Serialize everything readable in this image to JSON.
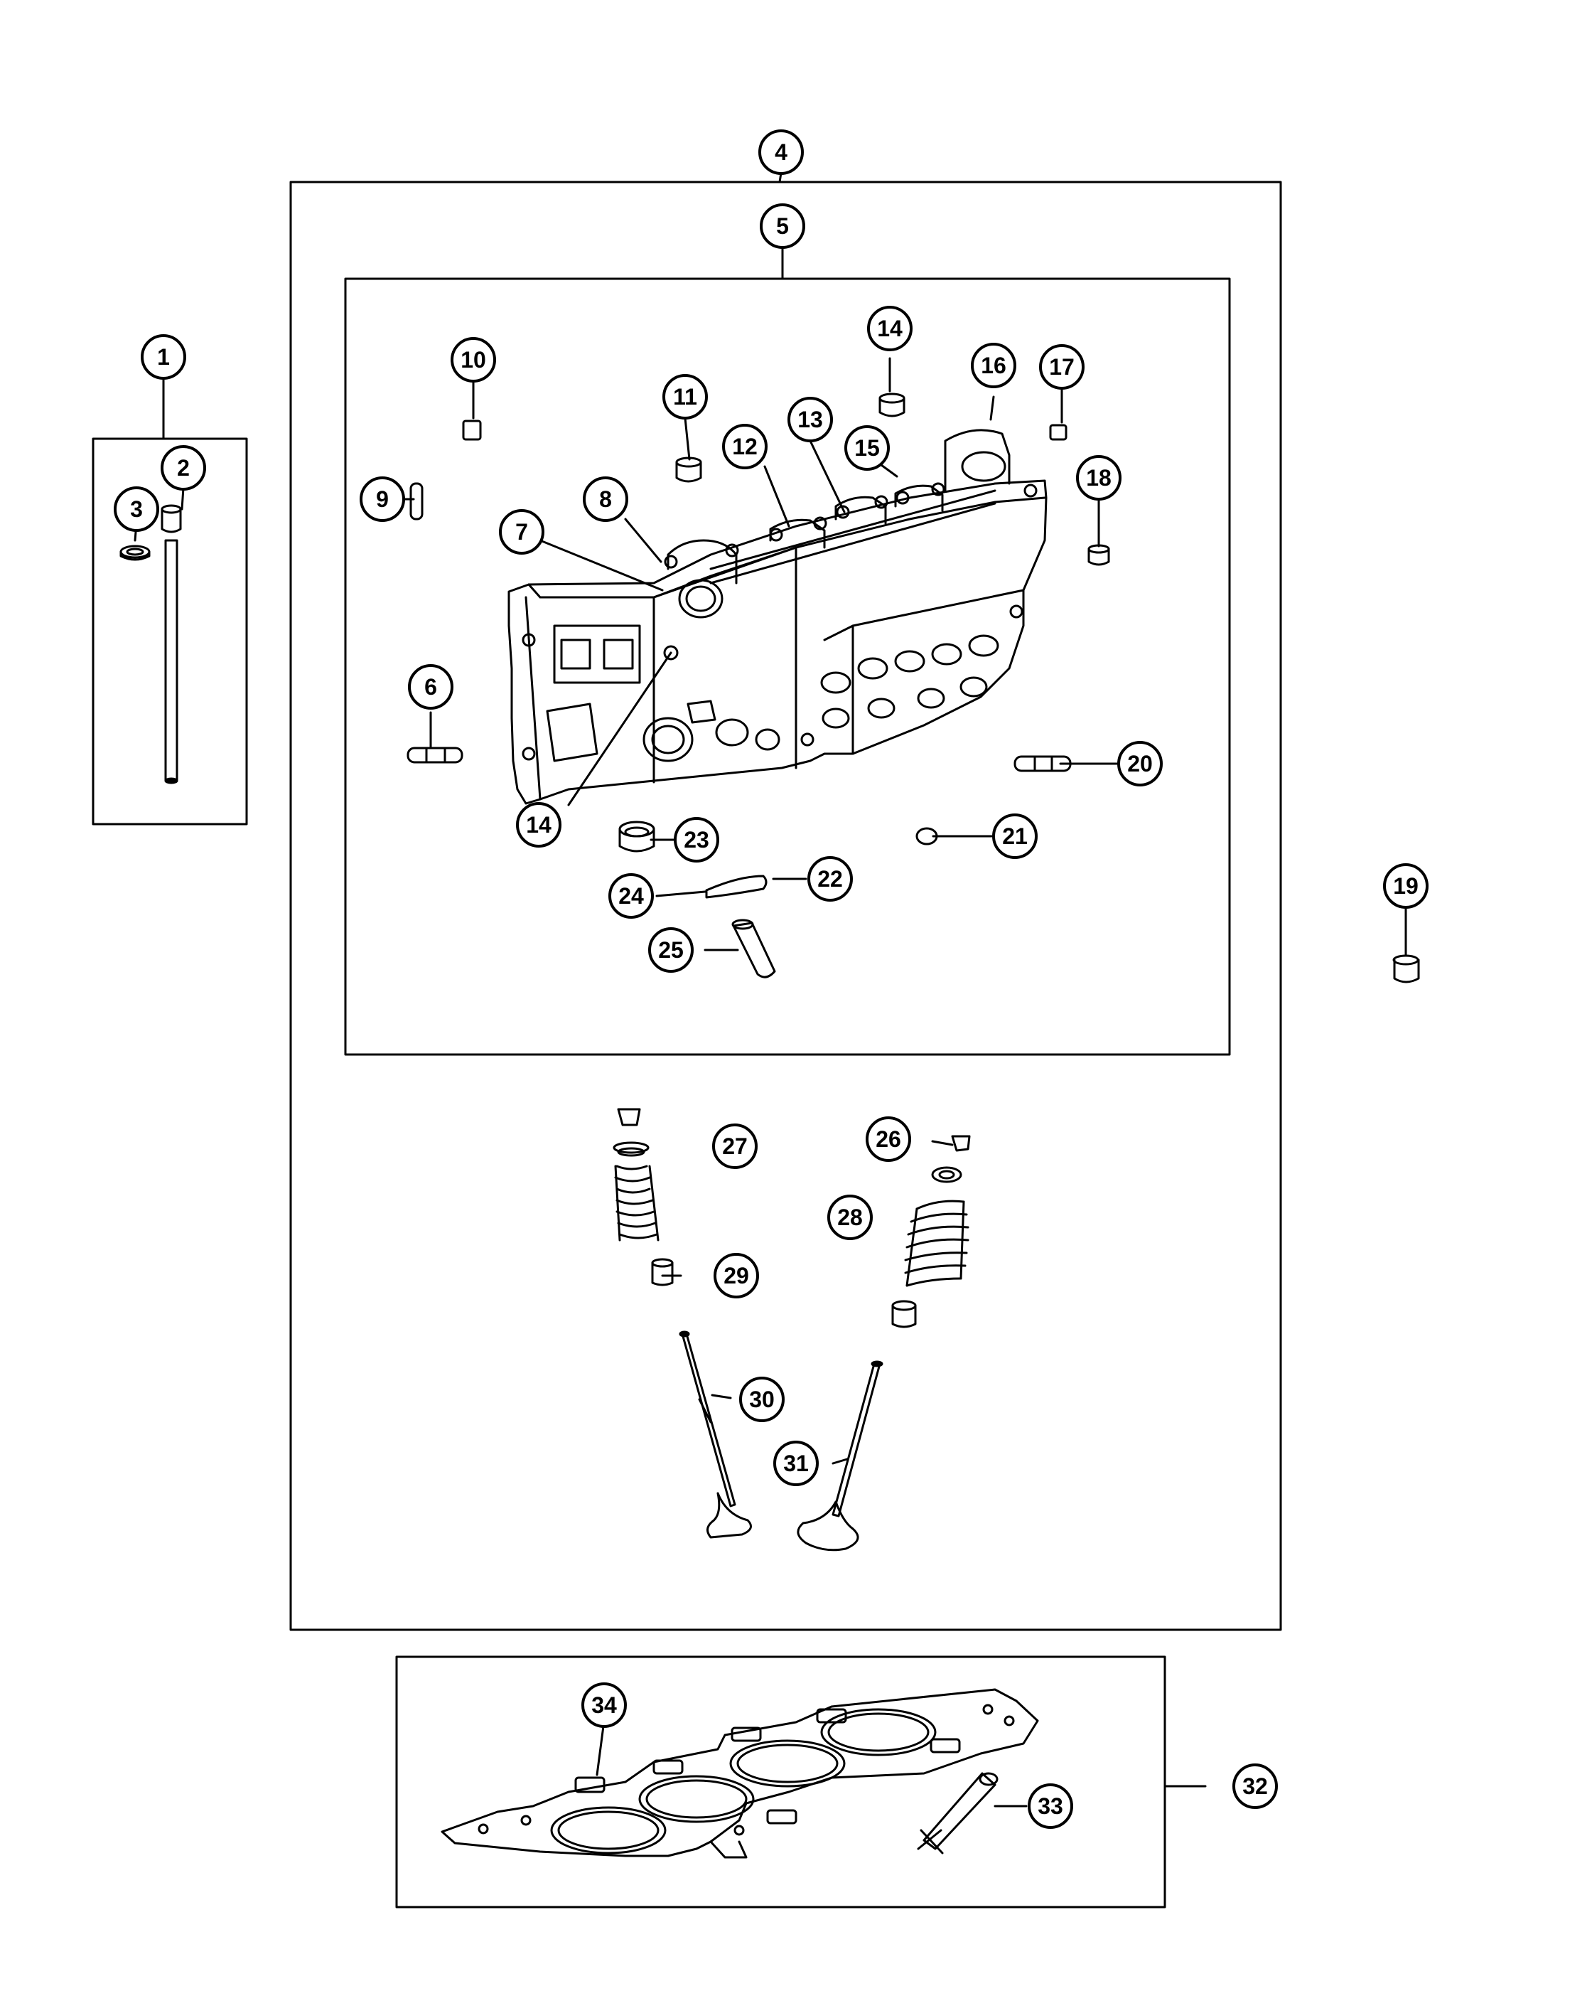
{
  "callouts": [
    "1",
    "2",
    "3",
    "4",
    "5",
    "6",
    "7",
    "8",
    "9",
    "10",
    "11",
    "12",
    "13",
    "14",
    "14",
    "15",
    "16",
    "17",
    "18",
    "19",
    "20",
    "21",
    "22",
    "23",
    "24",
    "25",
    "26",
    "27",
    "28",
    "29",
    "30",
    "31",
    "32",
    "33",
    "34"
  ]
}
